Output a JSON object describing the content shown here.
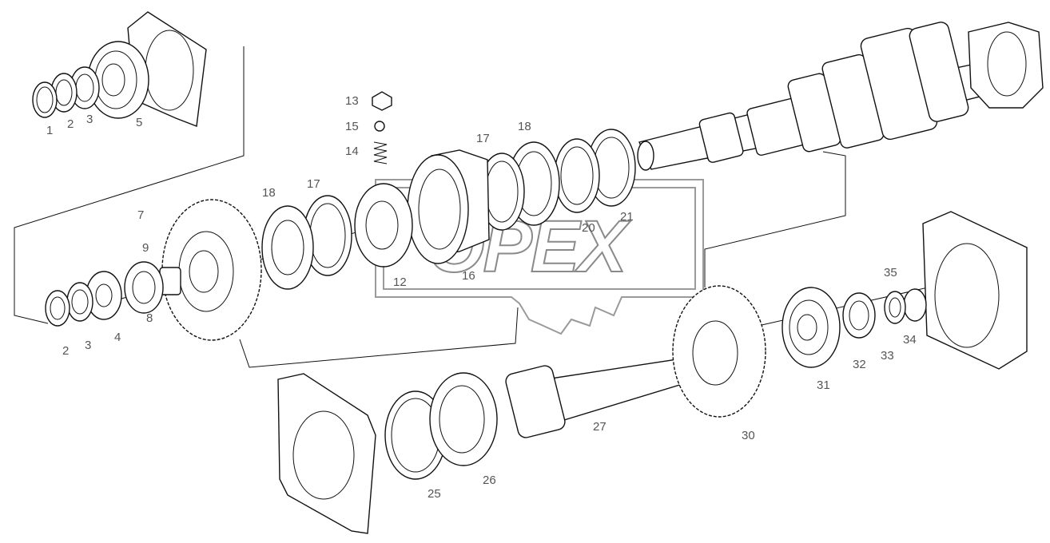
{
  "diagram": {
    "watermark": "OPEX",
    "corner_mark": "13",
    "callouts": {
      "c1": "1",
      "c2a": "2",
      "c3a": "3",
      "c5": "5",
      "c13": "13",
      "c15": "15",
      "c14": "14",
      "c17a": "17",
      "c18a": "18",
      "c17b": "17",
      "c18b": "18",
      "c7": "7",
      "c9": "9",
      "c12": "12",
      "c16": "16",
      "c20": "20",
      "c21": "21",
      "c2b": "2",
      "c3b": "3",
      "c4": "4",
      "c8": "8",
      "c35": "35",
      "c34": "34",
      "c33": "33",
      "c32": "32",
      "c31": "31",
      "c30": "30",
      "c27": "27",
      "c26": "26",
      "c25": "25"
    }
  }
}
